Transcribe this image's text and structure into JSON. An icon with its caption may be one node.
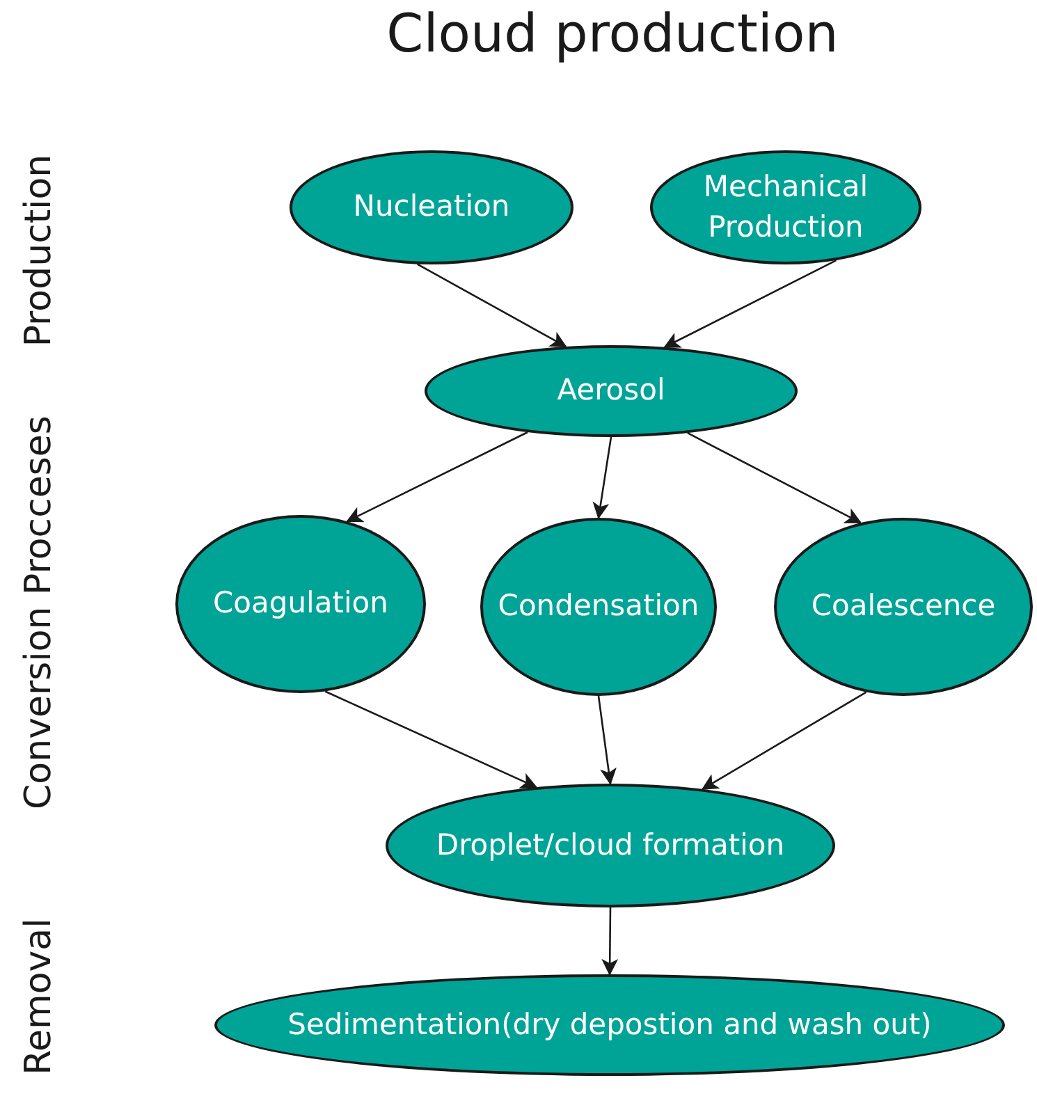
{
  "diagram": {
    "title": "Cloud production",
    "nodes": [
      {
        "text": [
          "Nucleation"
        ]
      },
      {
        "text": [
          "Mechanical Production"
        ]
      },
      {
        "text": [
          "Aerosol"
        ]
      },
      {
        "text": [
          "Coagulation"
        ]
      },
      {
        "text": [
          "Condensation"
        ]
      },
      {
        "text": [
          "Coalescence"
        ]
      },
      {
        "text": [
          "Droplet/cloud formation"
        ]
      },
      {
        "text": [
          "Sedimentation(dry depostion and wash out)"
        ]
      }
    ],
    "edges": [
      {
        "from": 0,
        "to": 2,
        "arrow": "to"
      },
      {
        "from": 1,
        "to": 2,
        "arrow": "to"
      },
      {
        "from": 2,
        "to": 3,
        "arrow": "to"
      },
      {
        "from": 2,
        "to": 4,
        "arrow": "to"
      },
      {
        "from": 2,
        "to": 5,
        "arrow": "to"
      },
      {
        "from": 3,
        "to": 6,
        "arrow": "to"
      },
      {
        "from": 4,
        "to": 6,
        "arrow": "to"
      },
      {
        "from": 5,
        "to": 6,
        "arrow": "to"
      },
      {
        "from": 6,
        "to": 7,
        "arrow": "to"
      }
    ],
    "labels": [
      "Production",
      "Conversion Procceses",
      "Removal"
    ]
  }
}
